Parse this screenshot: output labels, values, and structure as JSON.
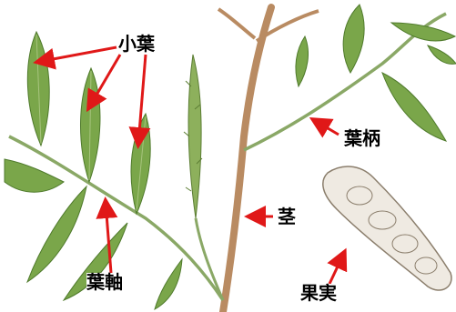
{
  "labels": {
    "leaflet": "小葉",
    "petiole": "葉柄",
    "stem": "茎",
    "rachis": "葉軸",
    "fruit": "果実"
  },
  "colors": {
    "arrow": "#e01818",
    "leaf": "#7aa64a",
    "leaf_dark": "#4f7a2c",
    "stem": "#b98b62",
    "pod": "#c9bfb0"
  }
}
